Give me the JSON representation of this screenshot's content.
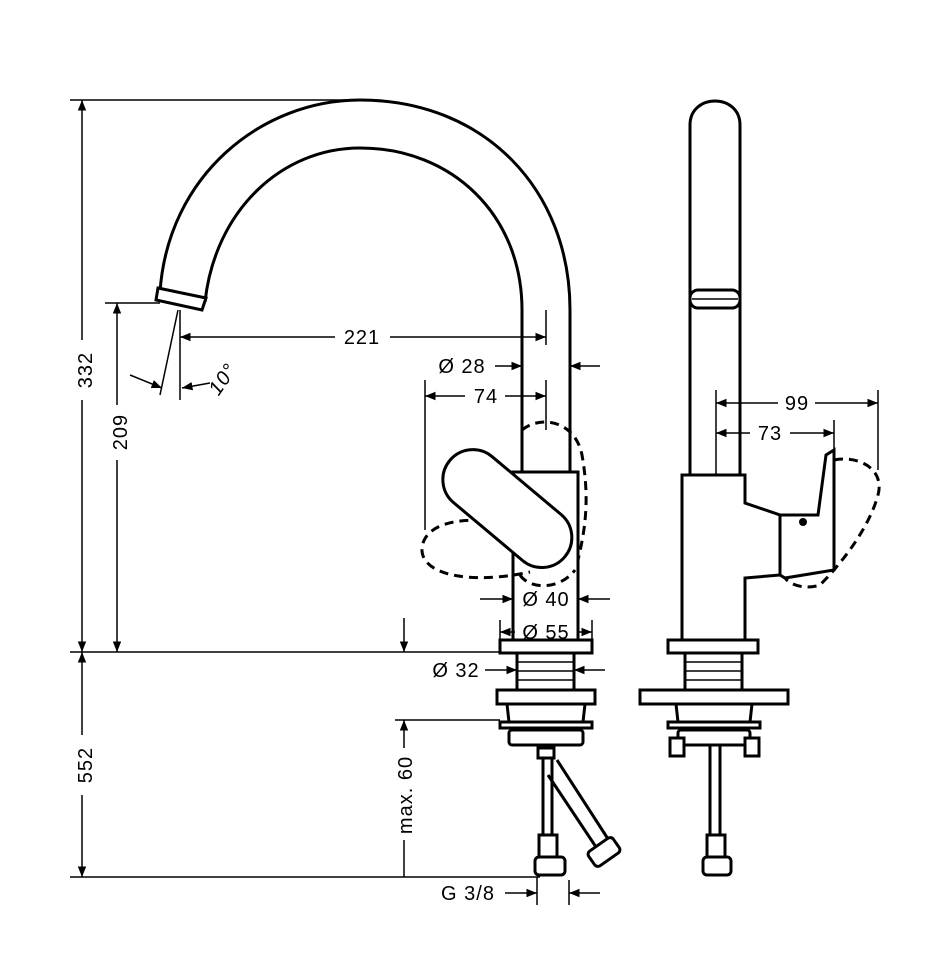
{
  "drawing": {
    "front_view": {
      "dimensions": {
        "total_height": "332",
        "spout_height": "209",
        "below_deck": "552",
        "spout_reach": "221",
        "spout_angle": "10°",
        "spout_diameter": "Ø 28",
        "handle_reach": "74",
        "body_diameter": "Ø 40",
        "base_diameter": "Ø 55",
        "shank_diameter": "Ø 32",
        "max_deck_thickness": "max. 60",
        "connection_thread": "G 3/8"
      }
    },
    "side_view": {
      "dimensions": {
        "handle_depth_max": "99",
        "handle_depth": "73"
      }
    }
  }
}
